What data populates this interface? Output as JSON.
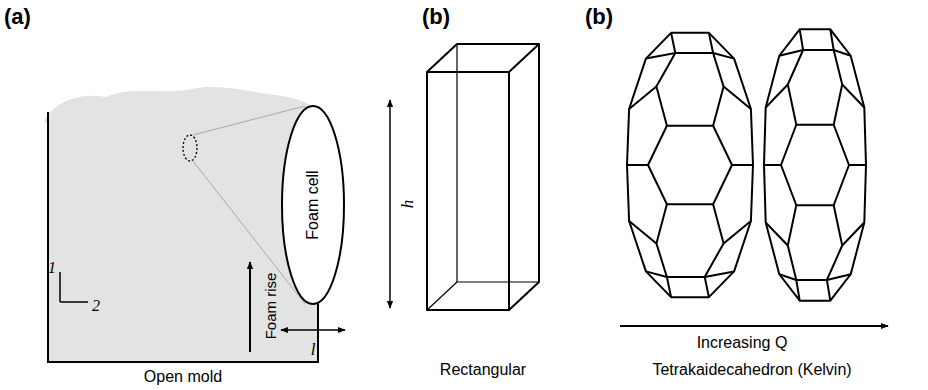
{
  "diagram": {
    "nodes": [
      {
        "text": [
          "Foam cell"
        ]
      }
    ],
    "labels": [
      "(a)",
      "(b)",
      "(b)",
      "1",
      "2",
      "Foam rise",
      "Open mold",
      "h",
      "l",
      "Rectangular",
      "Increasing Q",
      "Tetrakaidecahedron (Kelvin)"
    ]
  }
}
